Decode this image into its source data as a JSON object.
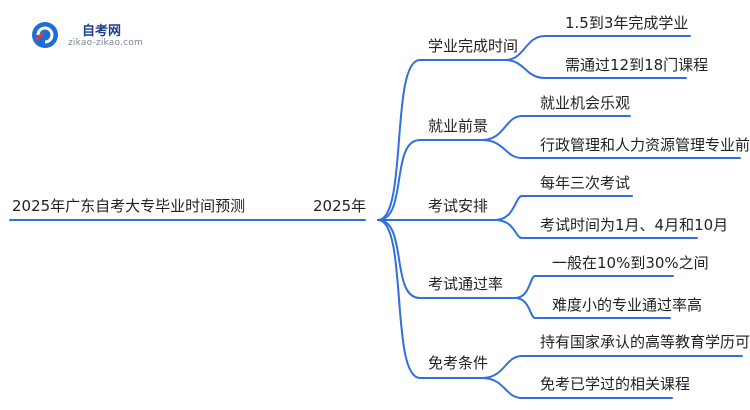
{
  "logo": {
    "title": "自考网",
    "subtitle": "zikao-zikao.com"
  },
  "root": {
    "label": "2025年广东自考大专毕业时间预测"
  },
  "center": {
    "label": "2025年"
  },
  "branches": [
    {
      "label": "学业完成时间",
      "children": [
        "1.5到3年完成学业",
        "需通过12到18门课程"
      ]
    },
    {
      "label": "就业前景",
      "children": [
        "就业机会乐观",
        "行政管理和人力资源管理专业前景好"
      ]
    },
    {
      "label": "考试安排",
      "children": [
        "每年三次考试",
        "考试时间为1月、4月和10月"
      ]
    },
    {
      "label": "考试通过率",
      "children": [
        "一般在10%到30%之间",
        "难度小的专业通过率高"
      ]
    },
    {
      "label": "免考条件",
      "children": [
        "持有国家承认的高等教育学历可免考",
        "免考已学过的相关课程"
      ]
    }
  ],
  "colors": {
    "line": "#2f6fe0",
    "text": "#222222",
    "logo_blue": "#1d3f8f",
    "logo_accent": "#e23b3b"
  }
}
